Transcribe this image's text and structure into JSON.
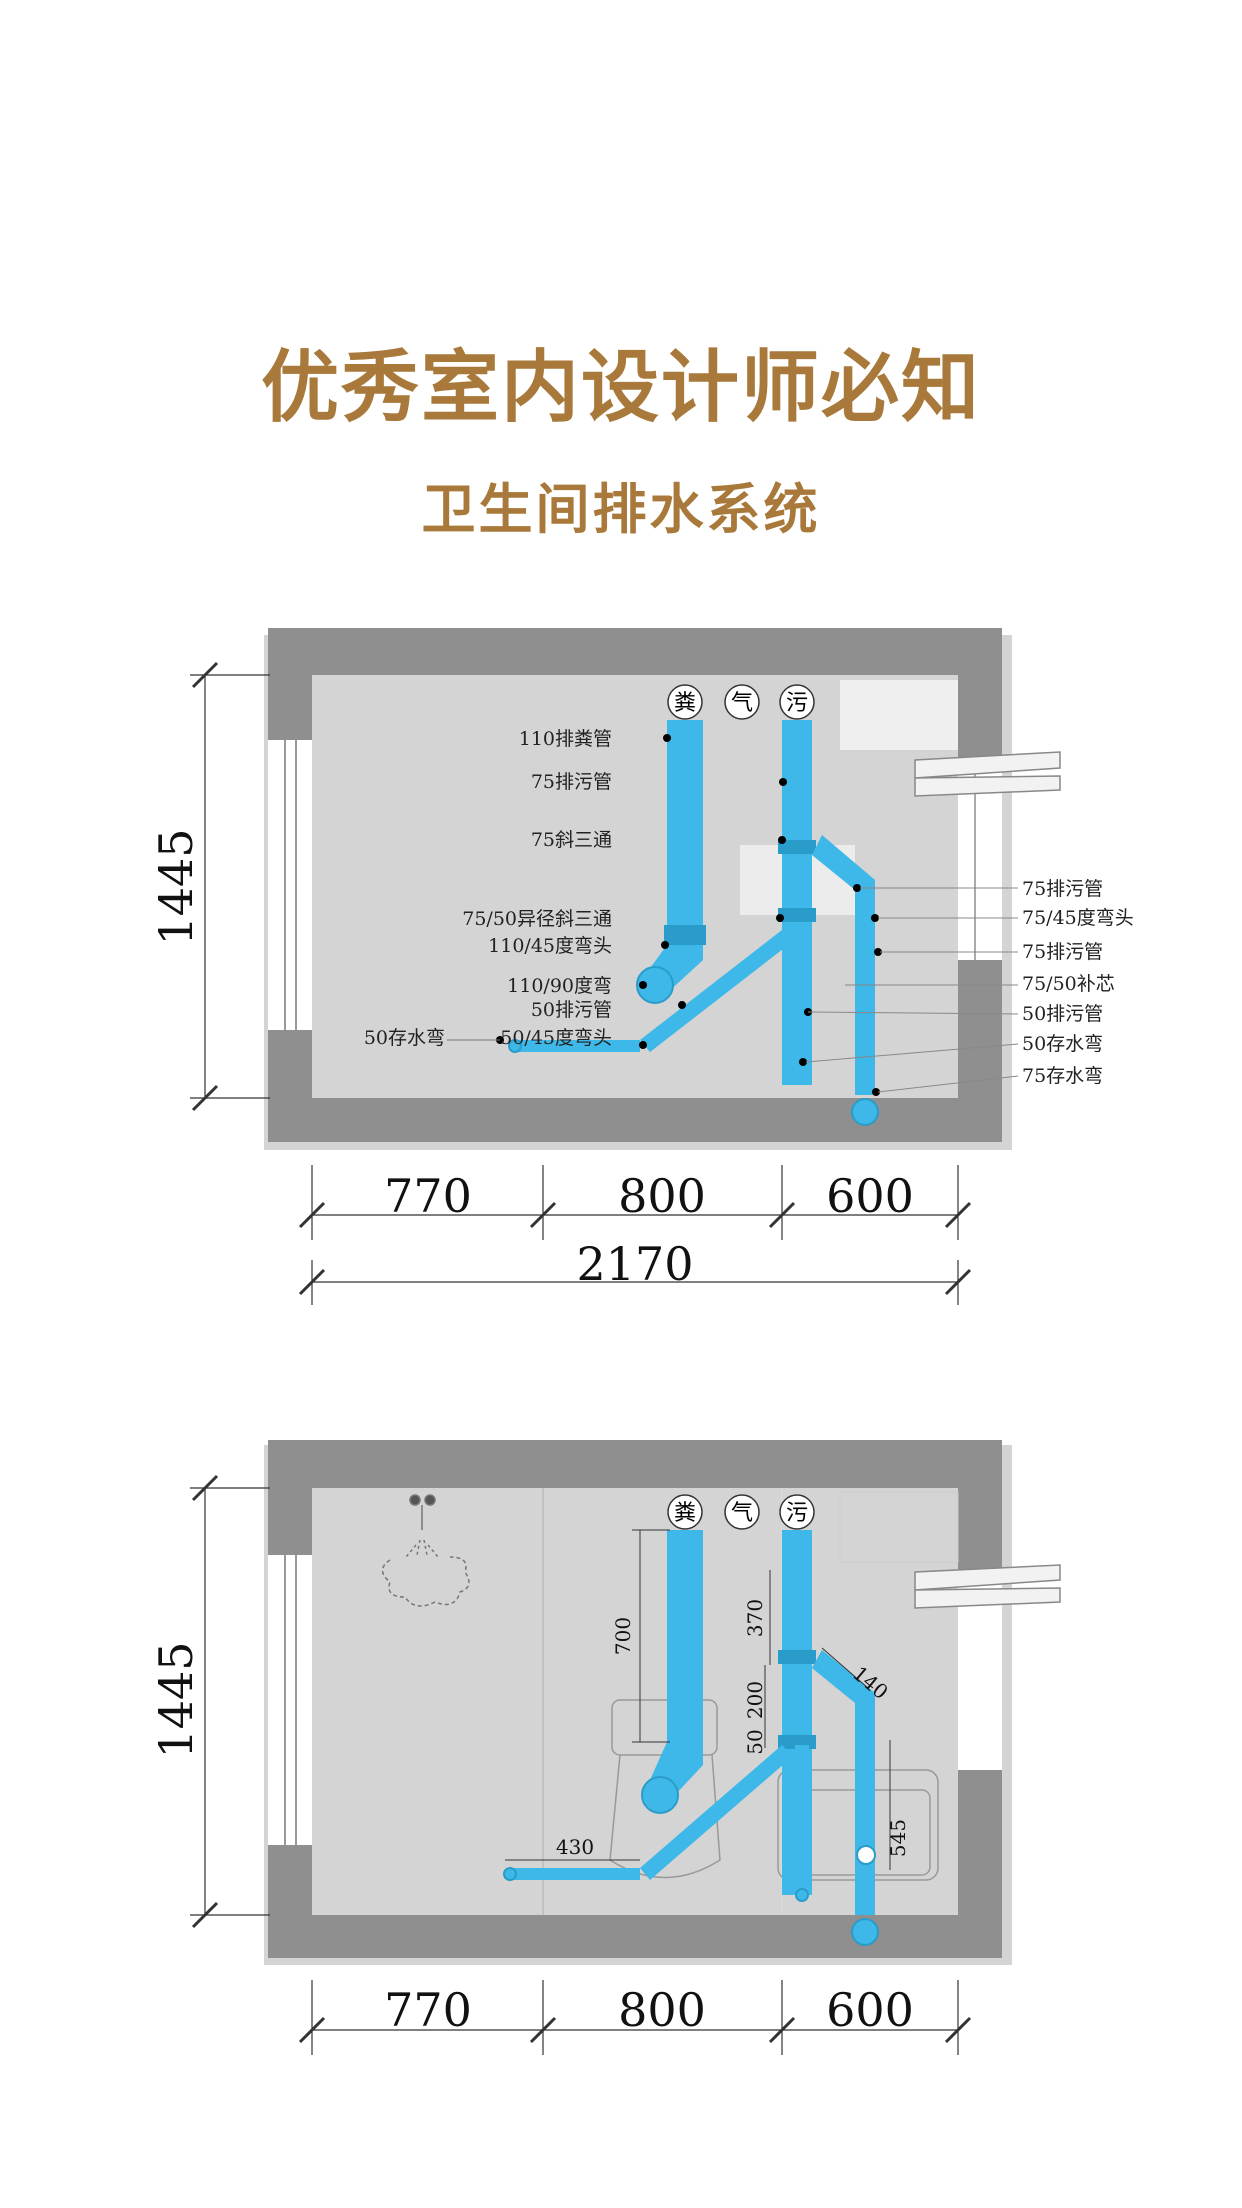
{
  "header": {
    "title": "优秀室内设计师必知",
    "subtitle": "卫生间排水系统"
  },
  "colors": {
    "title": "#a8793a",
    "wall": "#8f8f8f",
    "wall_shadow": "#c8c8c8",
    "pipe": "#3db8e8",
    "pipe_dark": "#2a9cc9",
    "line": "#333333"
  },
  "pipe_tags": [
    "粪",
    "气",
    "污"
  ],
  "plan_top": {
    "height_dim": "1445",
    "width_dims": [
      "770",
      "800",
      "600"
    ],
    "total_dim": "2170",
    "left_labels": [
      "110排粪管",
      "75排污管",
      "75斜三通",
      "75/50异径斜三通",
      "110/45度弯头",
      "110/90度弯",
      "50排污管",
      "50/45度弯头"
    ],
    "far_left_label": "50存水弯",
    "right_labels": [
      "75排污管",
      "75/45度弯头",
      "75排污管",
      "75/50补芯",
      "50排污管",
      "50存水弯",
      "75存水弯"
    ]
  },
  "plan_bottom": {
    "height_dim": "1445",
    "width_dims": [
      "770",
      "800",
      "600"
    ],
    "inner_dims": [
      "700",
      "370",
      "200",
      "50",
      "140",
      "545",
      "430"
    ]
  }
}
